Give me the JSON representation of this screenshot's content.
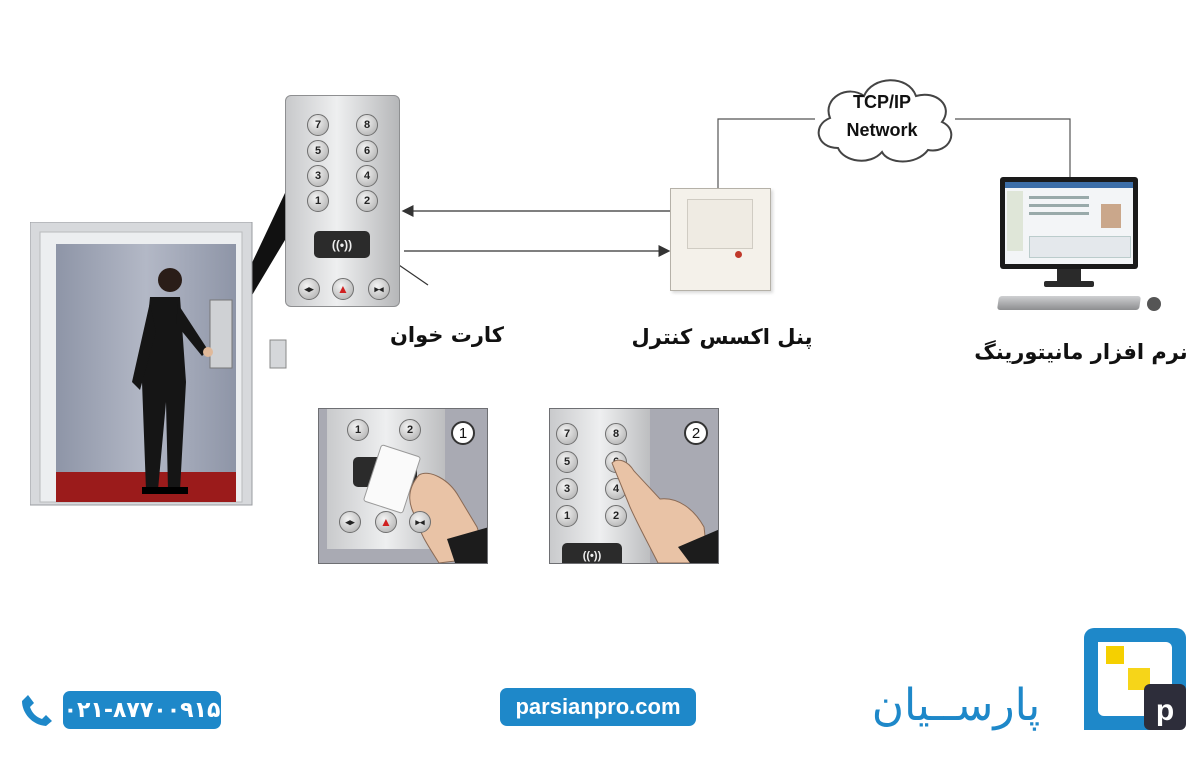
{
  "network": {
    "line1": "TCP/IP",
    "line2": "Network"
  },
  "labels": {
    "card_reader": "کارت خوان",
    "access_panel": "پنل اکسس کنترل",
    "monitoring_software": "نرم افزار مانیتورینگ"
  },
  "keypad": {
    "keys": [
      "7",
      "8",
      "5",
      "6",
      "3",
      "4",
      "1",
      "2"
    ],
    "reader_symbol": "((•))"
  },
  "steps": {
    "step1": "1",
    "step2": "2"
  },
  "step2_keys": [
    "7",
    "8",
    "5",
    "6",
    "3",
    "4",
    "1",
    "2"
  ],
  "footer": {
    "phone": "۰۲۱-۸۷۷۰۰۹۱۵",
    "website": "parsianpro.com",
    "brand": "پارســیان"
  },
  "colors": {
    "brand_blue": "#1e88c9",
    "logo_yellow": "#f5d000",
    "carpet_red": "#9b1b1b"
  }
}
